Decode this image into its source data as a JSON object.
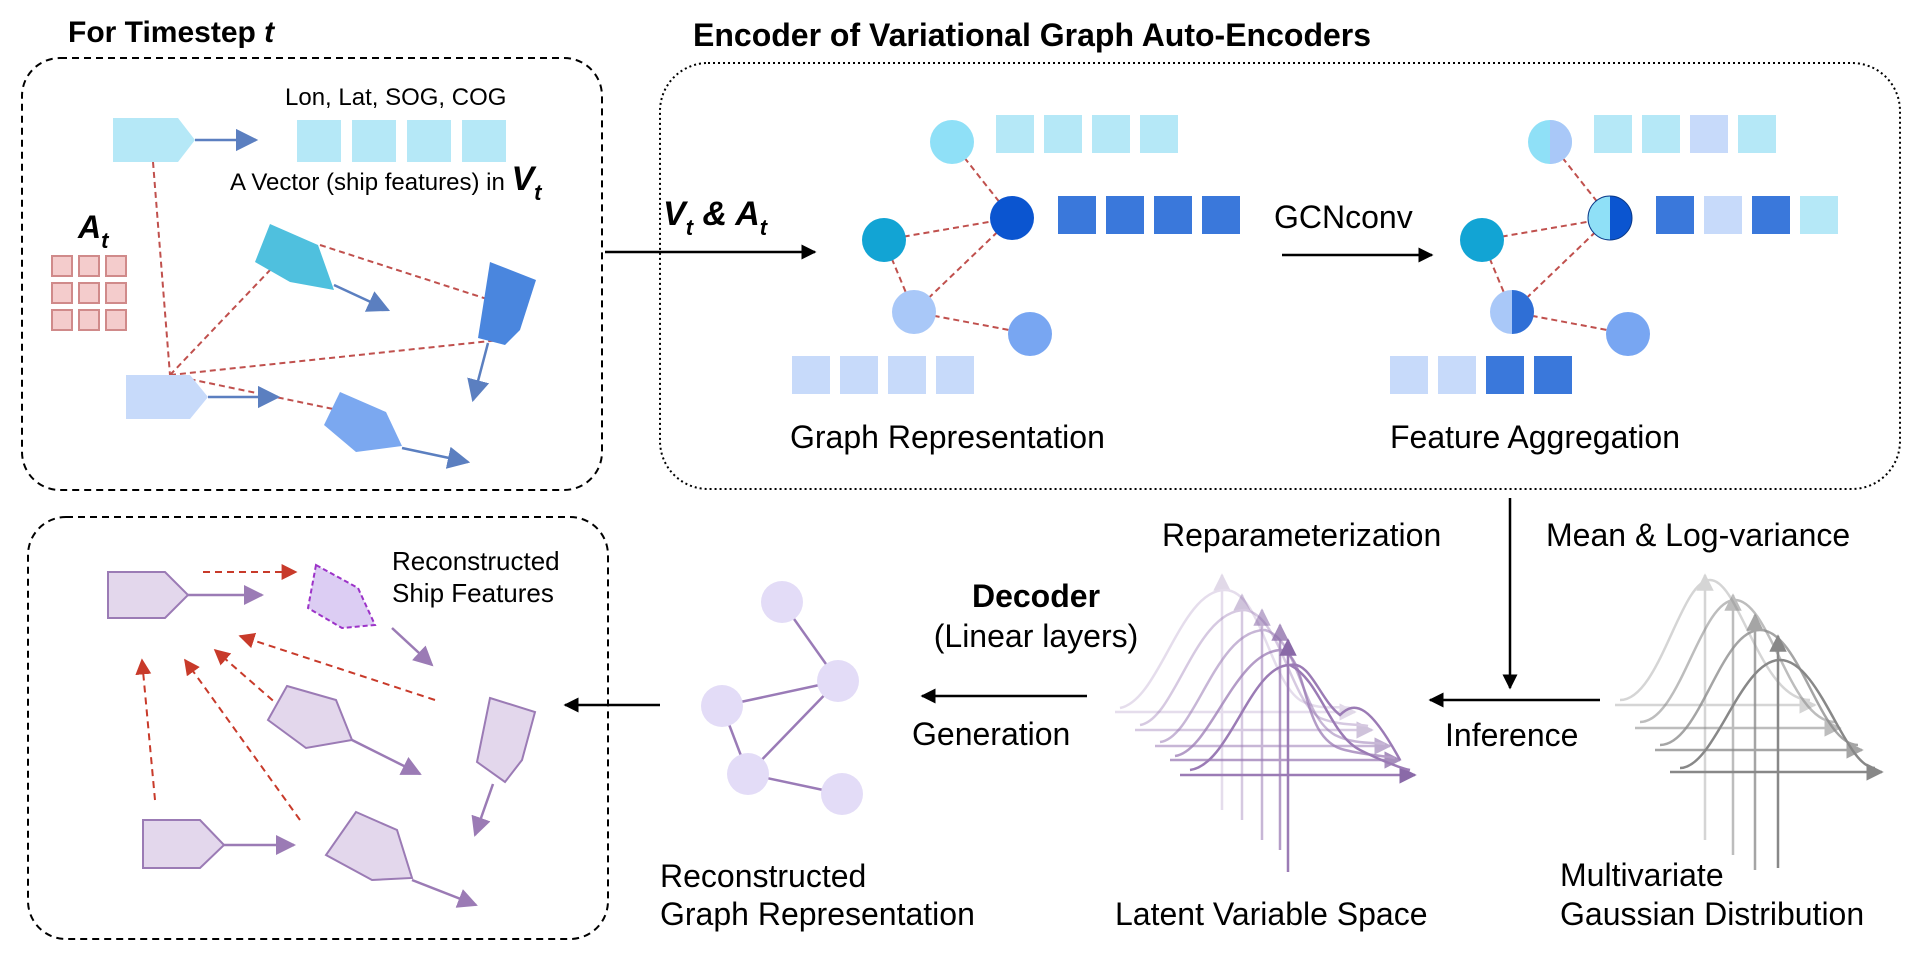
{
  "top_left": {
    "title": "For Timestep ",
    "title_var": "t",
    "feature_names": "Lon, Lat, SOG, COG",
    "vector_caption": "A Vector (ship features) in ",
    "v_symbol": "V",
    "v_sub": "t",
    "a_symbol": "A",
    "a_sub": "t"
  },
  "encoder": {
    "title": "Encoder of Variational Graph Auto-Encoders",
    "input_label_v": "V",
    "input_label_v_sub": "t",
    "input_label_amp": " & ",
    "input_label_a": "A",
    "input_label_a_sub": "t",
    "graph_repr_label": "Graph Representation",
    "gcn_label": "GCNconv",
    "feature_agg_label": "Feature Aggregation"
  },
  "latent": {
    "reparam_label": "Reparameterization",
    "mean_logvar_label": "Mean & Log-variance",
    "inference_label": "Inference",
    "latent_space_label": "Latent Variable Space",
    "gaussian_label_line1": "Multivariate",
    "gaussian_label_line2": "Gaussian Distribution"
  },
  "decoder": {
    "title": "Decoder",
    "subtitle": "(Linear layers)",
    "generation_label": "Generation",
    "recon_graph_line1": "Reconstructed",
    "recon_graph_line2": "Graph Representation"
  },
  "bottom_left": {
    "recon_features_line1": "Reconstructed",
    "recon_features_line2": "Ship Features"
  },
  "colors": {
    "ship_light": "#b5e8f7",
    "ship_teal": "#4fc0de",
    "ship_blue": "#4a86de",
    "ship_pale": "#c7dafa",
    "ship_mid": "#7ba8f0",
    "edge_red": "#c0504d",
    "matrix_red": "#f4cccc",
    "matrix_border": "#d08a8a",
    "node_light": "#8fe0f7",
    "node_dark": "#0b55d0",
    "node_teal": "#12a4d4",
    "node_pale": "#a9c8f8",
    "node_mid": "#78a6f2",
    "decoder_purple": "#9b7bb5",
    "decoder_fill": "#e3d7ec",
    "recon_node": "#e3dcf7",
    "recon_edge": "#9a7bb7",
    "gauss_gray": "#888888",
    "dashed_purple": "#9c33c8",
    "dashed_fill": "#dccdf3",
    "red_arrow": "#c83a2a"
  }
}
